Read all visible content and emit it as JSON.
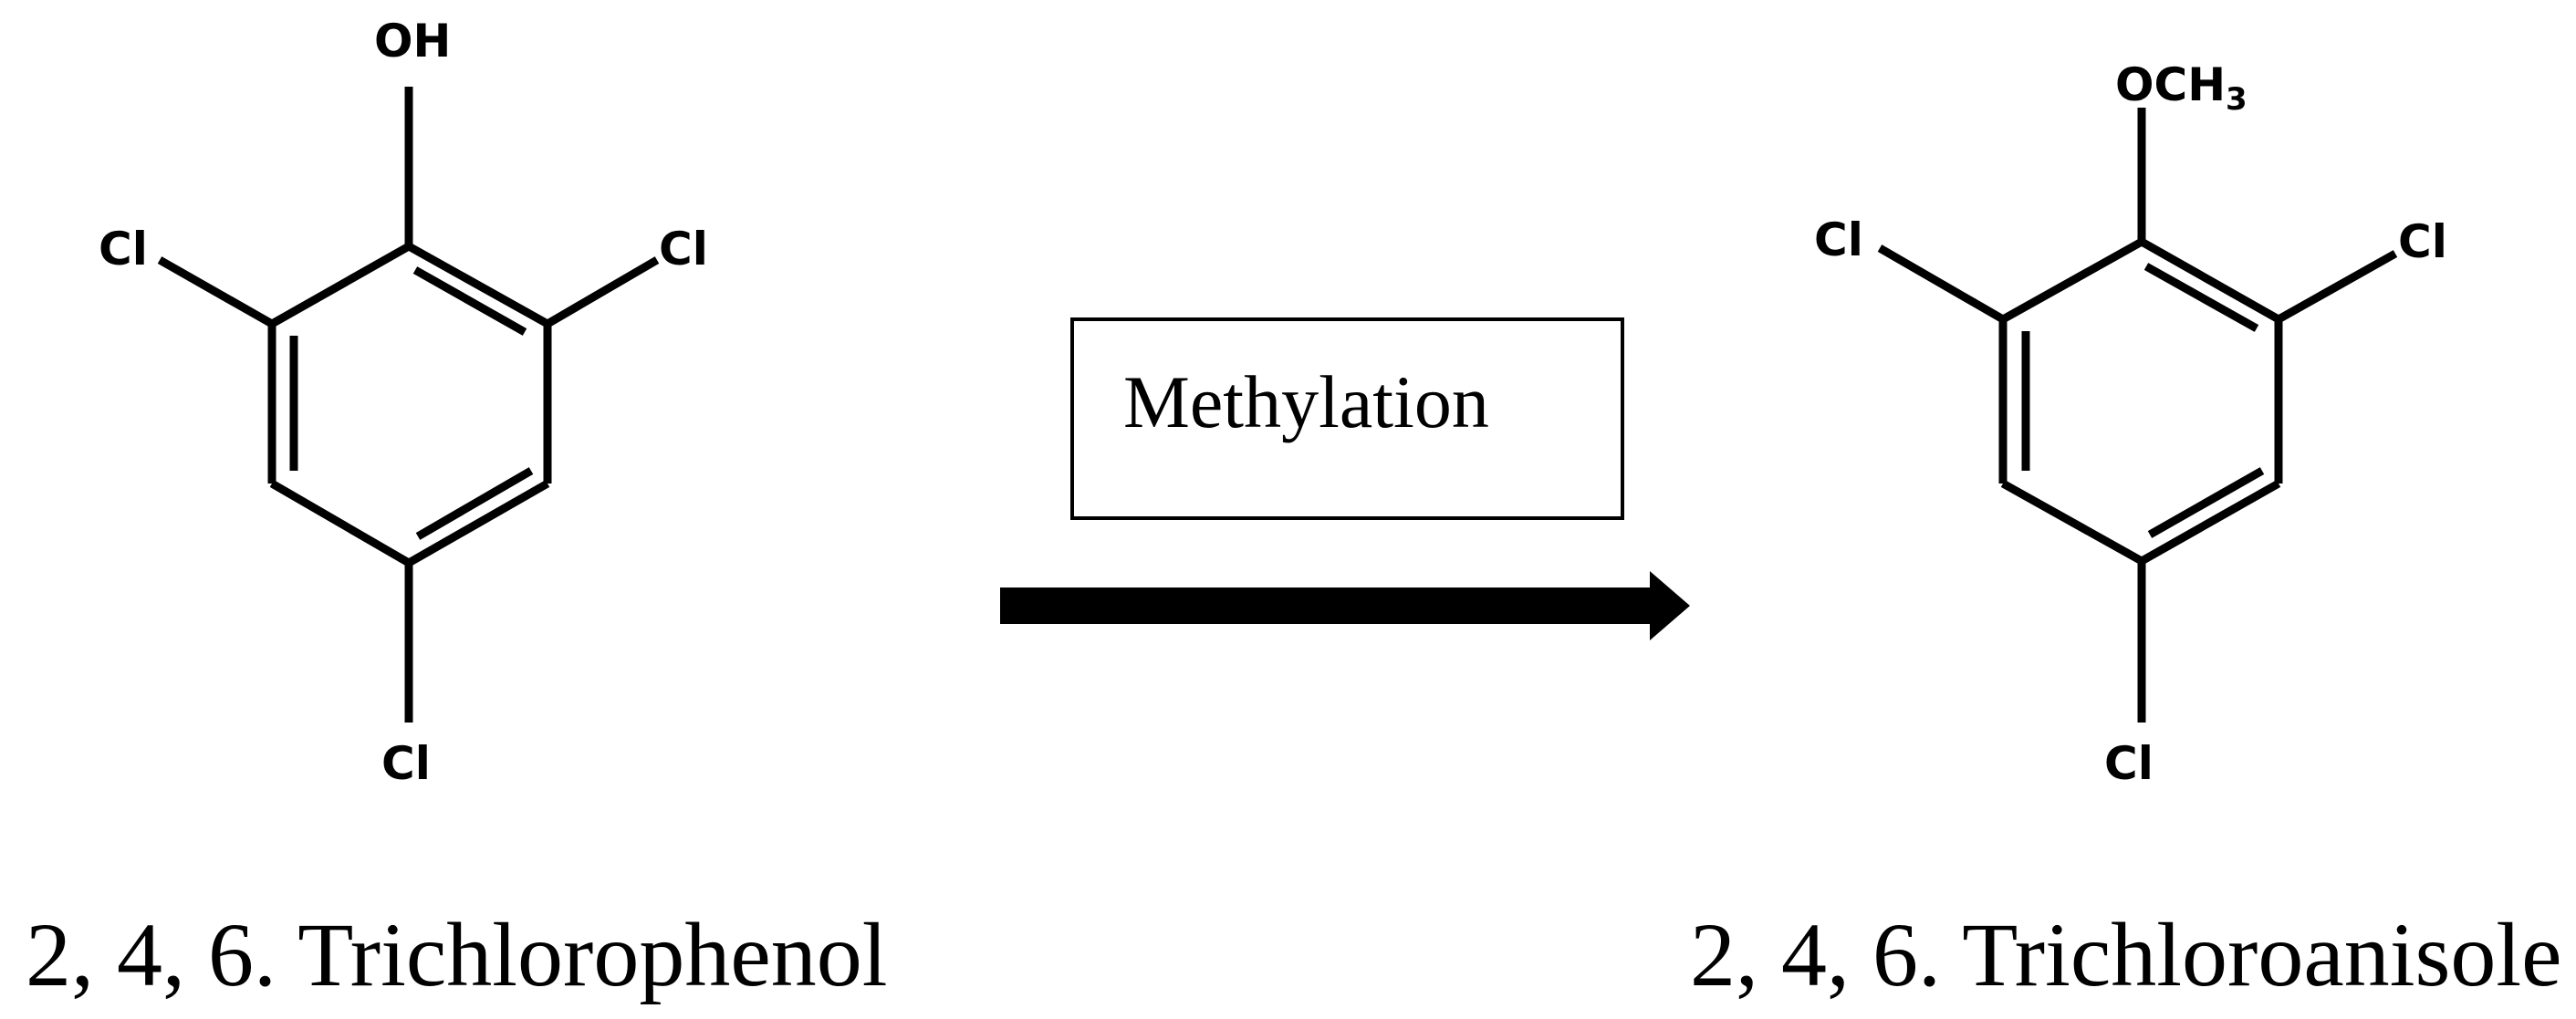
{
  "reactant": {
    "name": "2, 4, 6. Trichlorophenol",
    "top_substituent": "OH",
    "substituent_left": "Cl",
    "substituent_right": "Cl",
    "substituent_bottom": "Cl"
  },
  "product": {
    "name": "2, 4, 6. Trichloroanisole",
    "top_substituent_main": "OCH",
    "top_substituent_subscript": "3",
    "substituent_left": "Cl",
    "substituent_right": "Cl",
    "substituent_bottom": "Cl"
  },
  "reaction": {
    "label": "Methylation"
  }
}
